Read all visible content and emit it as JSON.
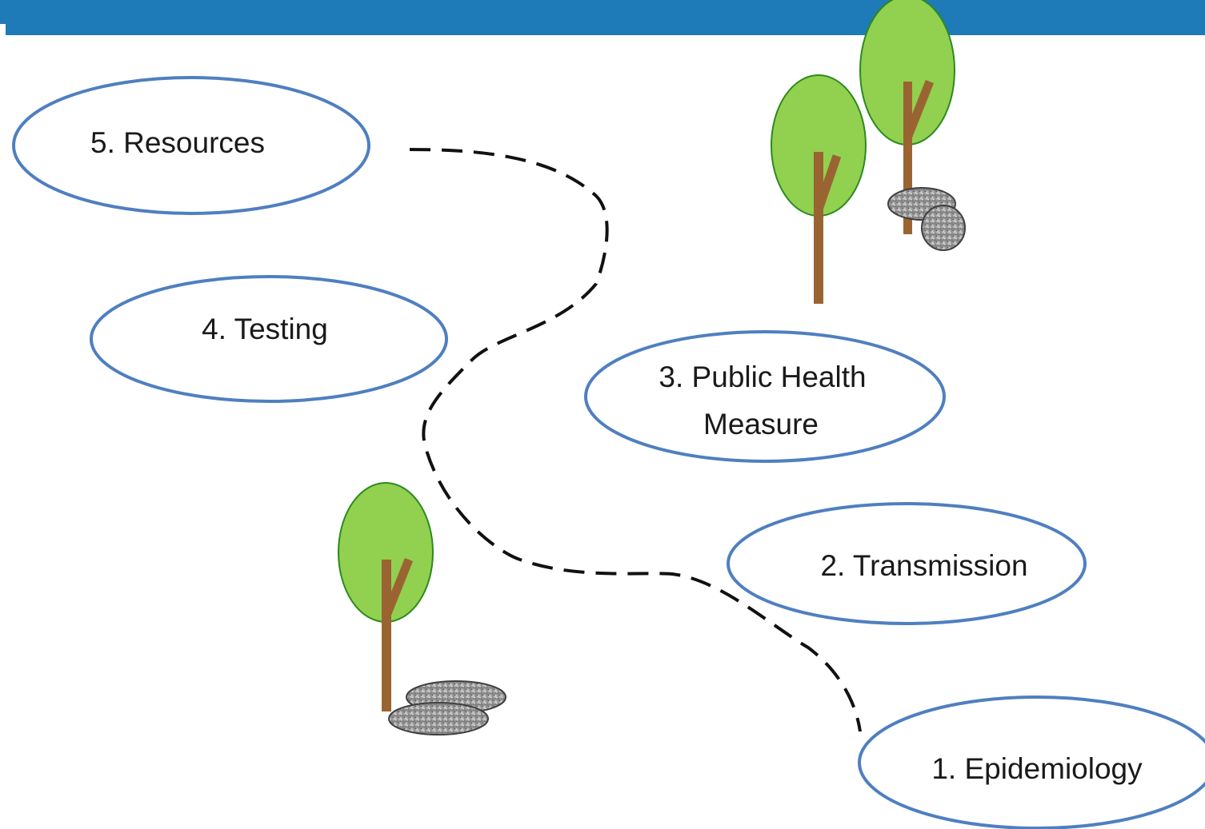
{
  "colors": {
    "header": "#1f7ab8",
    "bubble_stroke": "#4f7fc0",
    "bubble_fill": "#ffffff",
    "path_stroke": "#111111",
    "foliage": "#92d050",
    "foliage_stroke": "#2c8a1e",
    "trunk": "#9a6432",
    "rock": "#a6a6a6",
    "rock_stroke": "#404040"
  },
  "steps": [
    {
      "id": "resources",
      "lines": [
        "5. Resources"
      ]
    },
    {
      "id": "testing",
      "lines": [
        "4. Testing"
      ]
    },
    {
      "id": "public-health-measure",
      "lines": [
        "3. Public Health",
        "Measure"
      ]
    },
    {
      "id": "transmission",
      "lines": [
        "2. Transmission"
      ]
    },
    {
      "id": "epidemiology",
      "lines": [
        "1. Epidemiology"
      ]
    }
  ],
  "icons": [
    "tree-icon",
    "rock-icon",
    "dashed-path"
  ]
}
